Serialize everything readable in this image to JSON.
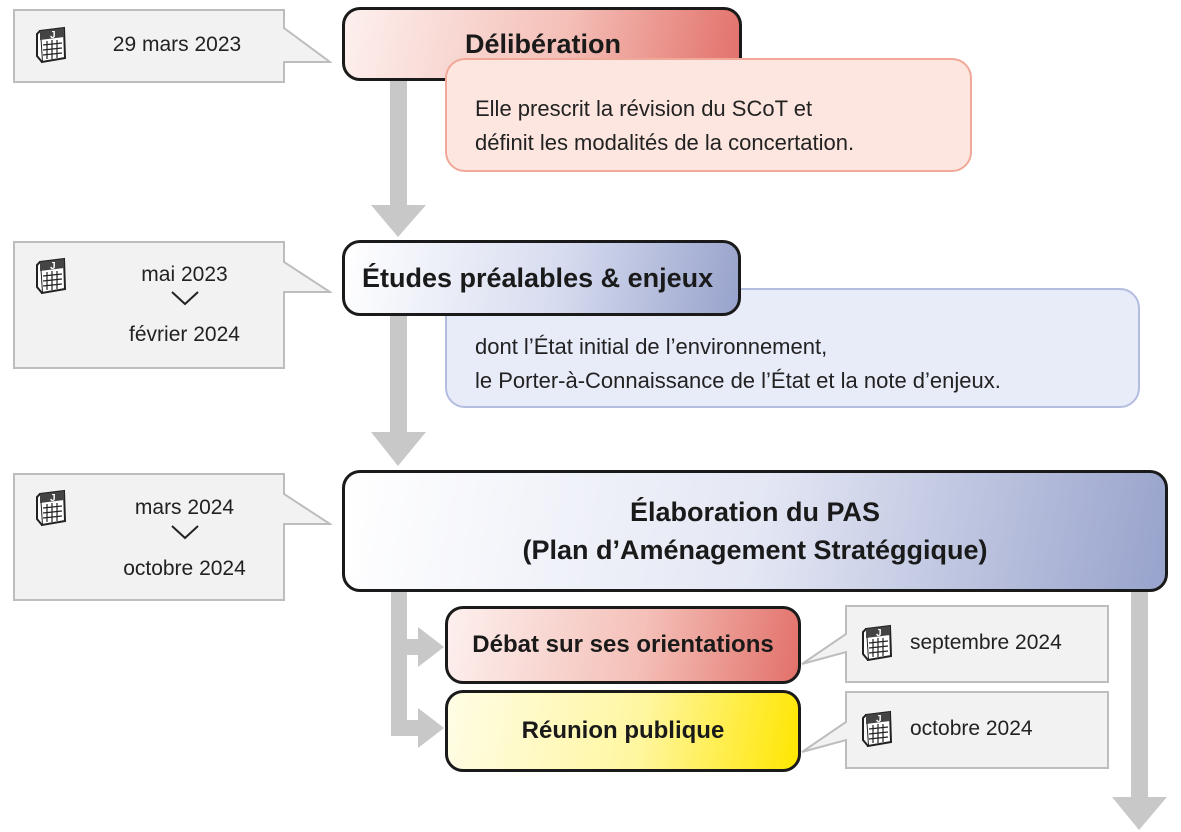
{
  "steps": [
    {
      "date": "29 mars 2023",
      "title": "Délibération",
      "description": [
        "Elle prescrit la révision du SCoT et",
        "définit les modalités de la concertation."
      ]
    },
    {
      "date_start": "mai 2023",
      "date_end": "février 2024",
      "title": "Études préalables & enjeux",
      "description": [
        "dont l’État initial de l’environnement,",
        "le Porter-à-Connaissance de l’État et la note d’enjeux."
      ]
    },
    {
      "date_start": "mars 2024",
      "date_end": "octobre 2024",
      "title_line1": "Élaboration du PAS",
      "title_line2": "(Plan d’Aménagement Stratéggique)",
      "substeps": [
        {
          "title": "Débat sur ses orientations",
          "date": "septembre 2024"
        },
        {
          "title": "Réunion publique",
          "date": "octobre 2024"
        }
      ]
    }
  ],
  "icons": {
    "date": "calendar-icon",
    "range": "chevron-down-icon",
    "flow": "arrow-down-icon"
  },
  "colors": {
    "arrow": "#c8c8c8",
    "date_bg": "#f2f2f2",
    "red_gradient": [
      "#fdf0ee",
      "#e2716a"
    ],
    "blue_gradient": [
      "#ffffff",
      "#98a3cc"
    ],
    "yellow_gradient": [
      "#fffde6",
      "#ffe600"
    ],
    "red_desc_bg": "#fde6e0",
    "blue_desc_bg": "#e8ebf8"
  }
}
